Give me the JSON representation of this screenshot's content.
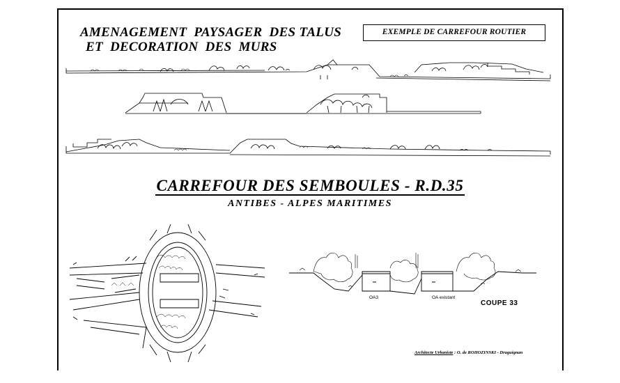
{
  "header": {
    "title_line1": "AMENAGEMENT  PAYSAGER  DES TALUS",
    "title_line2": "ET  DECORATION  DES  MURS",
    "badge": "EXEMPLE  DE  CARREFOUR  ROUTIER"
  },
  "main": {
    "title": "CARREFOUR  DES  SEMBOULES  -  R.D.35",
    "subtitle": "ANTIBES   -   ALPES   MARITIMES"
  },
  "section": {
    "label_left": "OA3",
    "label_right": "OA existant",
    "coupe": "COUPE 33"
  },
  "credit": {
    "role": "Architecte  Urbaniste",
    "name": " :  O.  de  ROHOZINSKI  -  Draguignan"
  }
}
